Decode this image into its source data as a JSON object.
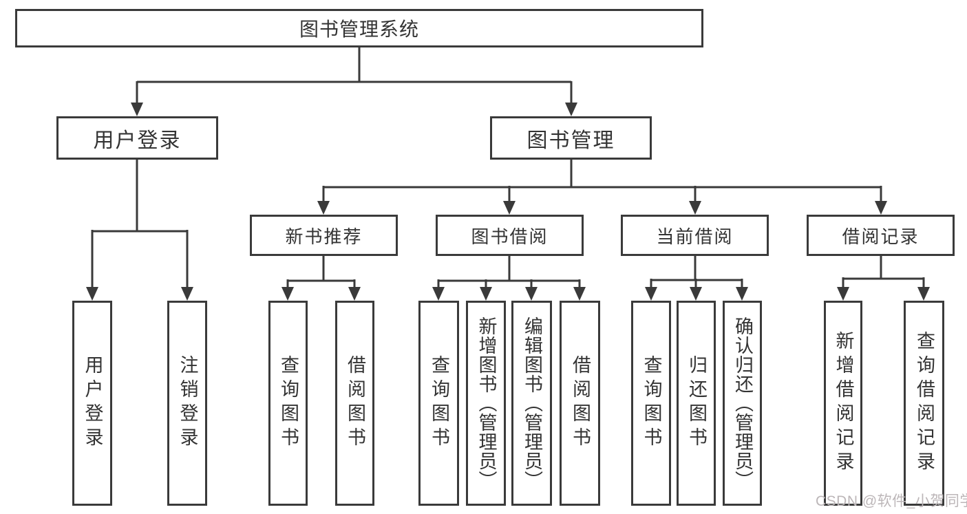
{
  "diagram": {
    "title": "图书管理系统",
    "user": {
      "label": "用户登录",
      "children": [
        "用户登录",
        "注销登录"
      ]
    },
    "books": {
      "label": "图书管理",
      "sections": [
        {
          "label": "新书推荐",
          "children": [
            "查询图书",
            "借阅图书"
          ]
        },
        {
          "label": "图书借阅",
          "children": [
            "查询图书",
            "新增图书（管理员）",
            "编辑图书（管理员）",
            "借阅图书"
          ]
        },
        {
          "label": "当前借阅",
          "children": [
            "查询图书",
            "归还图书",
            "确认归还（管理员）"
          ]
        },
        {
          "label": "借阅记录",
          "children": [
            "新增借阅记录",
            "查询借阅记录"
          ]
        }
      ]
    }
  },
  "watermark": "CSDN @软件_小贺同学",
  "colors": {
    "line": "#3a3a3a",
    "text": "#333333",
    "watermark": "#bcb6b8",
    "background": "#ffffff"
  }
}
